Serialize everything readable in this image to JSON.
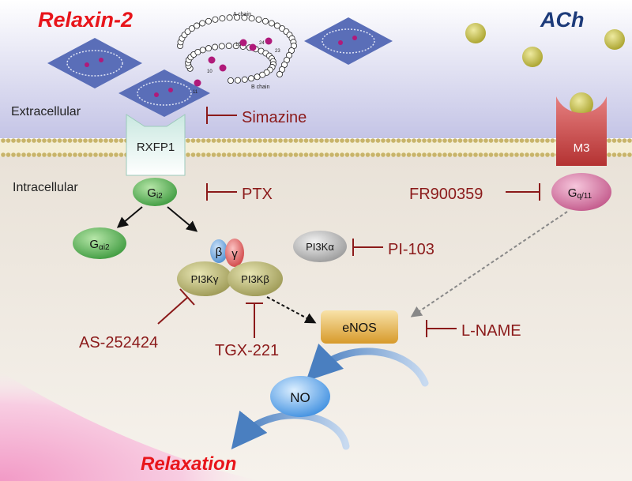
{
  "labels": {
    "relaxin": "Relaxin-2",
    "ach": "ACh",
    "extracellular": "Extracellular",
    "intracellular": "Intracellular",
    "rxfp1": "RXFP1",
    "m3": "M3",
    "gi2_base": "G",
    "gi2_sub": "i2",
    "gai2_base": "G",
    "gai2_sub": "αi2",
    "gq_base": "G",
    "gq_sub": "q/11",
    "beta": "β",
    "gamma": "γ",
    "pi3k_gamma": "PI3Kγ",
    "pi3k_beta": "PI3Kβ",
    "pi3k_alpha": "PI3Kα",
    "enos": "eNOS",
    "no": "NO",
    "relaxation": "Relaxation",
    "a_chain": "A chain",
    "b_chain": "B chain",
    "res_15": "15",
    "res_24": "24",
    "res_23": "23",
    "res_10": "10",
    "res_11": "11"
  },
  "inhibitors": {
    "simazine": "Simazine",
    "ptx": "PTX",
    "fr900359": "FR900359",
    "pi103": "PI-103",
    "as252424": "AS-252424",
    "tgx221": "TGX-221",
    "lname": "L-NAME"
  },
  "colors": {
    "relaxin_label": "#e8151b",
    "ach_label": "#1d3b7a",
    "inhibitor": "#8b1a1a",
    "membrane": "#c8b46a",
    "extracellular_bg": "#c9c9e8",
    "intracellular_bg": "#e8e0d4",
    "relaxation_bg": "#f4a5cb",
    "ach_ball": "#c7c03a",
    "gi2": "#4caf50",
    "m3": "#c24a4a",
    "gq": "#cc7099",
    "enos": "#e0ac3a",
    "no": "#5aa7e8",
    "pi3k": "#b8b46a",
    "pi3k_alpha": "#b8b8b8",
    "beta_sub": "#6fa8dc",
    "gamma_sub": "#e06060"
  }
}
